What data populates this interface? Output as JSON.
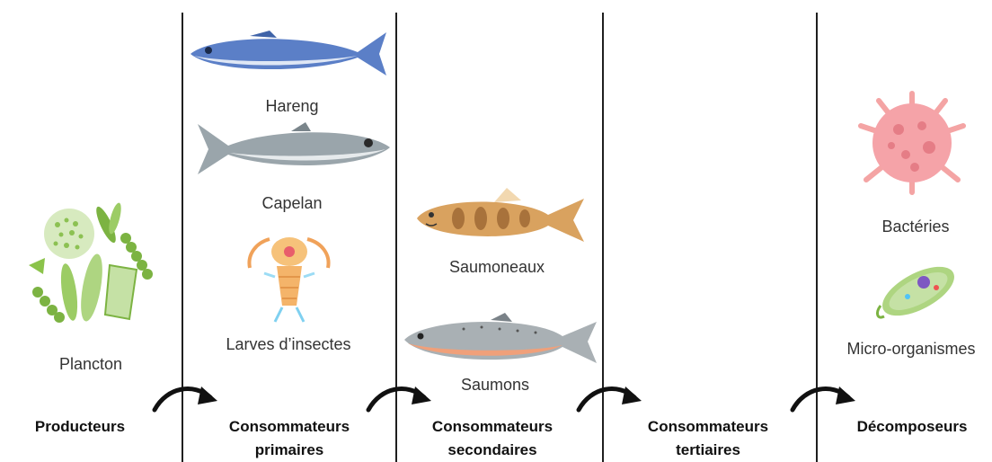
{
  "categories": [
    {
      "id": "producteurs",
      "lines": [
        "Producteurs"
      ]
    },
    {
      "id": "primaires",
      "lines": [
        "Consommateurs",
        "primaires"
      ]
    },
    {
      "id": "secondaires",
      "lines": [
        "Consommateurs",
        "secondaires"
      ]
    },
    {
      "id": "tertiaires",
      "lines": [
        "Consommateurs",
        "tertiaires"
      ]
    },
    {
      "id": "decomposeurs",
      "lines": [
        "Décomposeurs"
      ]
    }
  ],
  "organisms": {
    "plancton": "Plancton",
    "hareng": "Hareng",
    "capelan": "Capelan",
    "larves": "Larves d’insectes",
    "saumoneaux": "Saumoneaux",
    "saumons": "Saumons",
    "bacteries": "Bactéries",
    "micro": "Micro-organismes"
  },
  "icons": [
    "plankton-icon",
    "herring-icon",
    "capelin-icon",
    "insect-larva-icon",
    "young-salmon-icon",
    "salmon-icon",
    "bacteria-icon",
    "microorganism-icon",
    "arrow-icon"
  ]
}
